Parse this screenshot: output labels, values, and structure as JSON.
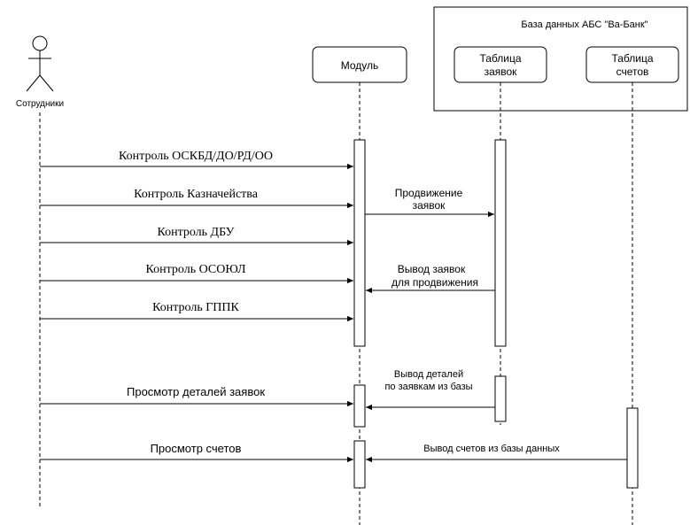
{
  "colors": {
    "line": "#000000",
    "background": "#ffffff"
  },
  "database": {
    "title": "База данных АБС \"Ва-Банк\""
  },
  "actor": {
    "label": "Сотрудники",
    "icon": "stick-figure-actor-icon"
  },
  "participants": {
    "module": "Модуль",
    "requests_table": [
      "Таблица",
      "заявок"
    ],
    "accounts_table": [
      "Таблица",
      "счетов"
    ]
  },
  "messages": {
    "control_osk": "Контроль ОСКБД/ДО/РД/ОО",
    "control_treasury": "Контроль Казначейства",
    "control_dbu": "Контроль ДБУ",
    "control_osoyul": "Контроль ОСОЮЛ",
    "control_gppk": "Контроль ГППК",
    "promote_requests": [
      "Продвижение",
      "заявок"
    ],
    "output_requests": [
      "Вывод заявок",
      "для продвижения"
    ],
    "output_details": [
      "Вывод деталей",
      "по заявкам из базы"
    ],
    "view_details": "Просмотр деталей заявок",
    "view_accounts": "Просмотр счетов",
    "output_accounts": "Вывод счетов из базы данных"
  }
}
